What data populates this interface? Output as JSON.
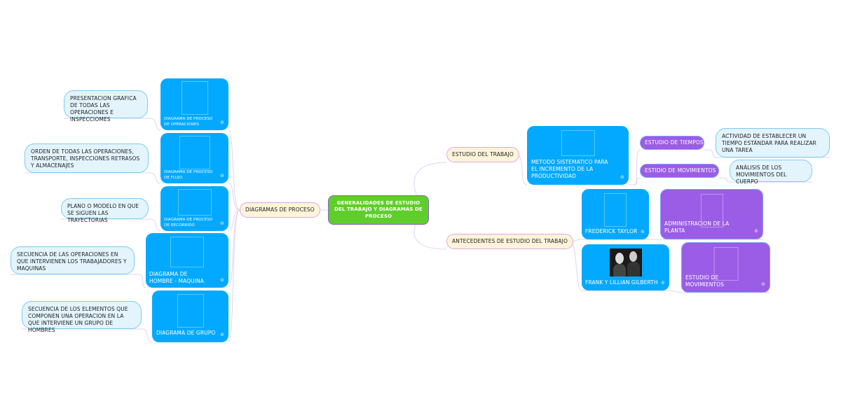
{
  "central": "GENERALIDADES DE ESTUDIO DEL TRABAJO Y DIAGRAMAS DE PROCESO",
  "left": {
    "topic": "DIAGRAMAS DE PROCESO",
    "items": [
      {
        "label": "DIAGRAMA DE PROCESO DE OPERACIONES",
        "note": "PRESENTACION GRAFICA DE TODAS LAS OPERACIONES  E INSPECCIOMES"
      },
      {
        "label": "DIAGRAMA DE PROCESO DE FLUJO",
        "note": "ORDEN DE TODAS LAS OPERACIONES, TRANSPORTE, INSPECCIONES RETRASOS Y ALMACENAJES"
      },
      {
        "label": "DIAGRAMA DE PROCESO DE RECORRIDO",
        "note": "PLANO O MODELO EN QUE SE SIGUEN LAS TRAYECTORIAS"
      },
      {
        "label": "DIAGRAMA DE HOMBRE - MAQUINA",
        "note": "SECUENCIA DE LAS OPERACIONES EN QUE INTERVIENEN LOS TRABAJADORES Y MAQUINAS"
      },
      {
        "label": "DIAGRAMA  DE GRUPO",
        "note": "SECUENCIA DE LOS ELEMENTOS QUE COMPONEN UNA OPERACION EN LA QUE INTERVIENE UN GRUPO DE HOMBRES"
      }
    ]
  },
  "right": {
    "estudio": {
      "topic": "ESTUDIO DEL TRABAJO",
      "node": "METODO SISTEMATICO PARA EL INCREMENTO DE LA PRODUCTIVIDAD",
      "subs": [
        {
          "label": "ESTUDIO DE TIEMPOS",
          "note": "ACTIVIDAD DE ESTABLECER UN TIEMPO ESTÁNDAR PARA REALIZAR UNA TAREA"
        },
        {
          "label": "ESTIDIO DE MOVIMIENTOS",
          "note": "ANÁLISIS DE LOS MOVIMIENTOS DEL CUERPO"
        }
      ]
    },
    "antecedentes": {
      "topic": "ANTECEDENTES DE ESTUDIO DEL TRABAJO",
      "items": [
        {
          "label": "FREDERICK TAYLOR",
          "child": "ADMINISTRACION DE LA PLANTA"
        },
        {
          "label": "FRANK Y LILLIAN GILBERTH",
          "child": "ESTUDIO DE MOVIMIENTOS"
        }
      ]
    }
  },
  "colors": {
    "central": "#5fce2a",
    "blue": "#02a9ff",
    "purple": "#9b5de5",
    "note": "#e3f4fd",
    "topic": "#fff4d9",
    "line": "#e0cdf0"
  }
}
